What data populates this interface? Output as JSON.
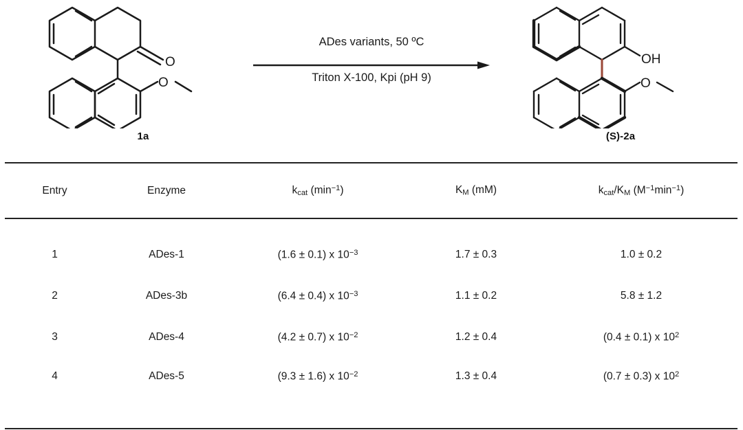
{
  "scheme": {
    "substrate_label": "1a",
    "product_label": "(S)-2a",
    "conditions_above": "ADes variants, 50 ºC",
    "conditions_below": "Triton X-100, Kpi (pH 9)",
    "substrate_atom_labels": {
      "ketone_o": "O",
      "methoxy_o": "O"
    },
    "product_atom_labels": {
      "hydroxyl": "OH",
      "methoxy_o": "O"
    },
    "colors": {
      "bond": "#1a1a1a",
      "axial_bond_highlight": "#9c4a3a",
      "arrow": "#1a1a1a"
    }
  },
  "table": {
    "headers": [
      {
        "plain": "Entry",
        "html": "Entry"
      },
      {
        "plain": "Enzyme",
        "html": "Enzyme"
      },
      {
        "plain": "kcat (min-1)",
        "html": "k<sub>cat</sub> (min<sup>−1</sup>)"
      },
      {
        "plain": "KM (mM)",
        "html": "K<sub>M</sub> (mM)"
      },
      {
        "plain": "kcat/KM (M-1min-1)",
        "html": "k<sub>cat</sub>/K<sub>M</sub> (M<sup>−1</sup>min<sup>−1</sup>)"
      }
    ],
    "rows": [
      {
        "entry": "1",
        "enzyme": "ADes-1",
        "kcat": {
          "plain": "(1.6 ± 0.1) x 10-3",
          "html": "(1.6 ± 0.1) x 10<sup>−3</sup>"
        },
        "km": {
          "plain": "1.7 ± 0.3",
          "html": "1.7 ± 0.3"
        },
        "kcat_km": {
          "plain": "1.0 ± 0.2",
          "html": "1.0 ± 0.2"
        }
      },
      {
        "entry": "2",
        "enzyme": "ADes-3b",
        "kcat": {
          "plain": "(6.4 ± 0.4) x 10-3",
          "html": "(6.4 ± 0.4) x 10<sup>−3</sup>"
        },
        "km": {
          "plain": "1.1 ± 0.2",
          "html": "1.1 ± 0.2"
        },
        "kcat_km": {
          "plain": "5.8 ± 1.2",
          "html": "5.8 ± 1.2"
        }
      },
      {
        "entry": "3",
        "enzyme": "ADes-4",
        "kcat": {
          "plain": "(4.2 ± 0.7) x 10-2",
          "html": "(4.2 ± 0.7) x 10<sup>−2</sup>"
        },
        "km": {
          "plain": "1.2 ± 0.4",
          "html": "1.2 ± 0.4"
        },
        "kcat_km": {
          "plain": "(0.4 ± 0.1) x 102",
          "html": "(0.4 ± 0.1) x 10<sup>2</sup>"
        }
      },
      {
        "entry": "4",
        "enzyme": "ADes-5",
        "kcat": {
          "plain": "(9.3 ± 1.6) x 10-2",
          "html": "(9.3 ± 1.6) x 10<sup>−2</sup>"
        },
        "km": {
          "plain": "1.3 ± 0.4",
          "html": "1.3 ± 0.4"
        },
        "kcat_km": {
          "plain": "(0.7 ± 0.3) x 102",
          "html": "(0.7 ± 0.3) x 10<sup>2</sup>"
        }
      }
    ]
  }
}
